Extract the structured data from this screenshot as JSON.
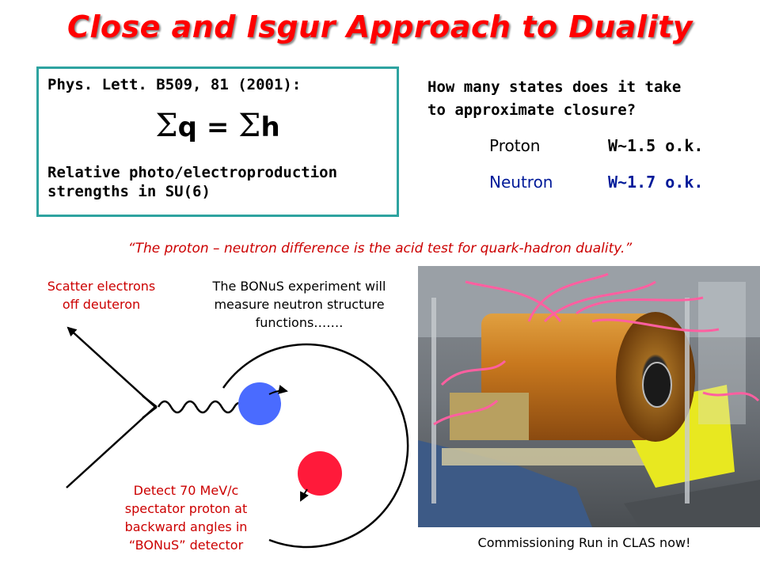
{
  "title": "Close and Isgur Approach to Duality",
  "box": {
    "citation": "Phys. Lett. B509, 81 (2001):",
    "formula_sigma_left": "Σ",
    "formula_left": "q",
    "formula_equals": "=",
    "formula_sigma_right": "Σ",
    "formula_right": "h",
    "relative_line1": "Relative photo/electroproduction",
    "relative_line2": "strengths in SU(6)"
  },
  "closure": {
    "question_line1": "How many states does it take",
    "question_line2": "to approximate closure?",
    "rows": [
      {
        "label": "Proton",
        "value": "W~1.5 o.k.",
        "color": "#000000"
      },
      {
        "label": "Neutron",
        "value": "W~1.7 o.k.",
        "color": "#001a99"
      }
    ]
  },
  "quote": "“The proton – neutron difference is the acid test for quark-hadron duality.”",
  "scatter_note": {
    "line1": "Scatter electrons",
    "line2": "off deuteron"
  },
  "bonus_note": {
    "line1": "The BONuS experiment will",
    "line2": "measure neutron structure",
    "line3": "functions……."
  },
  "detect_note": {
    "line1": "Detect 70 MeV/c",
    "line2": "spectator proton at",
    "line3": "backward angles in",
    "line4": "“BONuS” detector"
  },
  "photo_caption": "Commissioning Run in CLAS now!",
  "colors": {
    "title": "#ff0000",
    "box_border": "#2ea3a0",
    "neutron_ball": "#4a6bff",
    "proton_ball": "#ff1a3a",
    "note_red": "#cc0000"
  }
}
